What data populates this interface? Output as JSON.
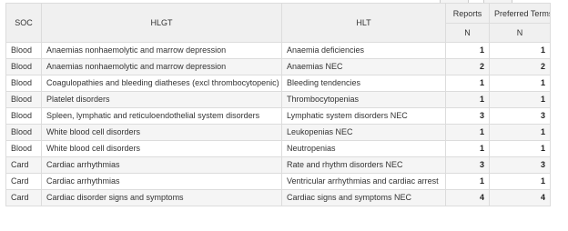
{
  "table": {
    "headers": {
      "soc": "SOC",
      "hlgt": "HLGT",
      "hlt": "HLT",
      "reports": "Reports",
      "preferred_terms": "Preferred Terms",
      "reports_sub": "N",
      "preferred_terms_sub": "N"
    },
    "rows": [
      {
        "soc": "Blood",
        "hlgt": "Anaemias nonhaemolytic and marrow depression",
        "hlt": "Anaemia deficiencies",
        "reports": "1",
        "preferred_terms": "1"
      },
      {
        "soc": "Blood",
        "hlgt": "Anaemias nonhaemolytic and marrow depression",
        "hlt": "Anaemias NEC",
        "reports": "2",
        "preferred_terms": "2"
      },
      {
        "soc": "Blood",
        "hlgt": "Coagulopathies and bleeding diatheses (excl thrombocytopenic)",
        "hlt": "Bleeding tendencies",
        "reports": "1",
        "preferred_terms": "1"
      },
      {
        "soc": "Blood",
        "hlgt": "Platelet disorders",
        "hlt": "Thrombocytopenias",
        "reports": "1",
        "preferred_terms": "1"
      },
      {
        "soc": "Blood",
        "hlgt": "Spleen, lymphatic and reticuloendothelial system disorders",
        "hlt": "Lymphatic system disorders NEC",
        "reports": "3",
        "preferred_terms": "3"
      },
      {
        "soc": "Blood",
        "hlgt": "White blood cell disorders",
        "hlt": "Leukopenias NEC",
        "reports": "1",
        "preferred_terms": "1"
      },
      {
        "soc": "Blood",
        "hlgt": "White blood cell disorders",
        "hlt": "Neutropenias",
        "reports": "1",
        "preferred_terms": "1"
      },
      {
        "soc": "Card",
        "hlgt": "Cardiac arrhythmias",
        "hlt": "Rate and rhythm disorders NEC",
        "reports": "3",
        "preferred_terms": "3"
      },
      {
        "soc": "Card",
        "hlgt": "Cardiac arrhythmias",
        "hlt": "Ventricular arrhythmias and cardiac arrest",
        "reports": "1",
        "preferred_terms": "1"
      },
      {
        "soc": "Card",
        "hlgt": "Cardiac disorder signs and symptoms",
        "hlt": "Cardiac signs and symptoms NEC",
        "reports": "4",
        "preferred_terms": "4"
      }
    ]
  }
}
